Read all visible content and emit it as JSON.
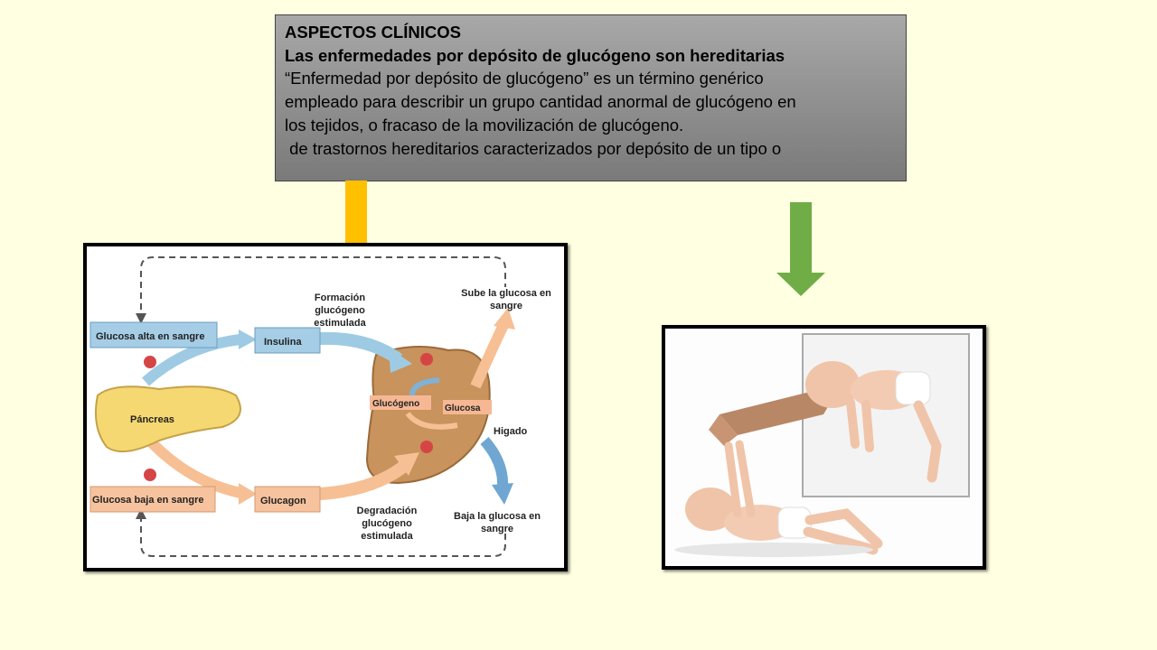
{
  "textbox": {
    "heading": "ASPECTOS CLÍNICOS",
    "subheading": "Las enfermedades por depósito de glucógeno son hereditarias",
    "lines": [
      "“Enfermedad por depósito de glucógeno” es un término genérico",
      "empleado para describir un grupo cantidad anormal de glucógeno en",
      "los tejidos, o fracaso de la movilización de glucógeno.",
      " de trastornos hereditarios caracterizados por depósito de un tipo o"
    ]
  },
  "colors": {
    "background": "#ffffe1",
    "arrow_yellow": "#ffc000",
    "arrow_green": "#70ad47",
    "textbox_fill": "#8c8c8c"
  },
  "diagram": {
    "glucosa_alta": "Glucosa alta en sangre",
    "glucosa_baja": "Glucosa baja en sangre",
    "insulina": "Insulina",
    "glucagon": "Glucagon",
    "pancreas": "Páncreas",
    "formacion": [
      "Formación",
      "glucógeno",
      "estimulada"
    ],
    "degradacion": [
      "Degradación",
      "glucógeno",
      "estimulada"
    ],
    "sube": [
      "Sube la glucosa en",
      "sangre"
    ],
    "baja": [
      "Baja la glucosa en",
      "sangre"
    ],
    "glucogeno": "Glucógeno",
    "glucosa": "Glucosa",
    "higado": "Higado"
  }
}
